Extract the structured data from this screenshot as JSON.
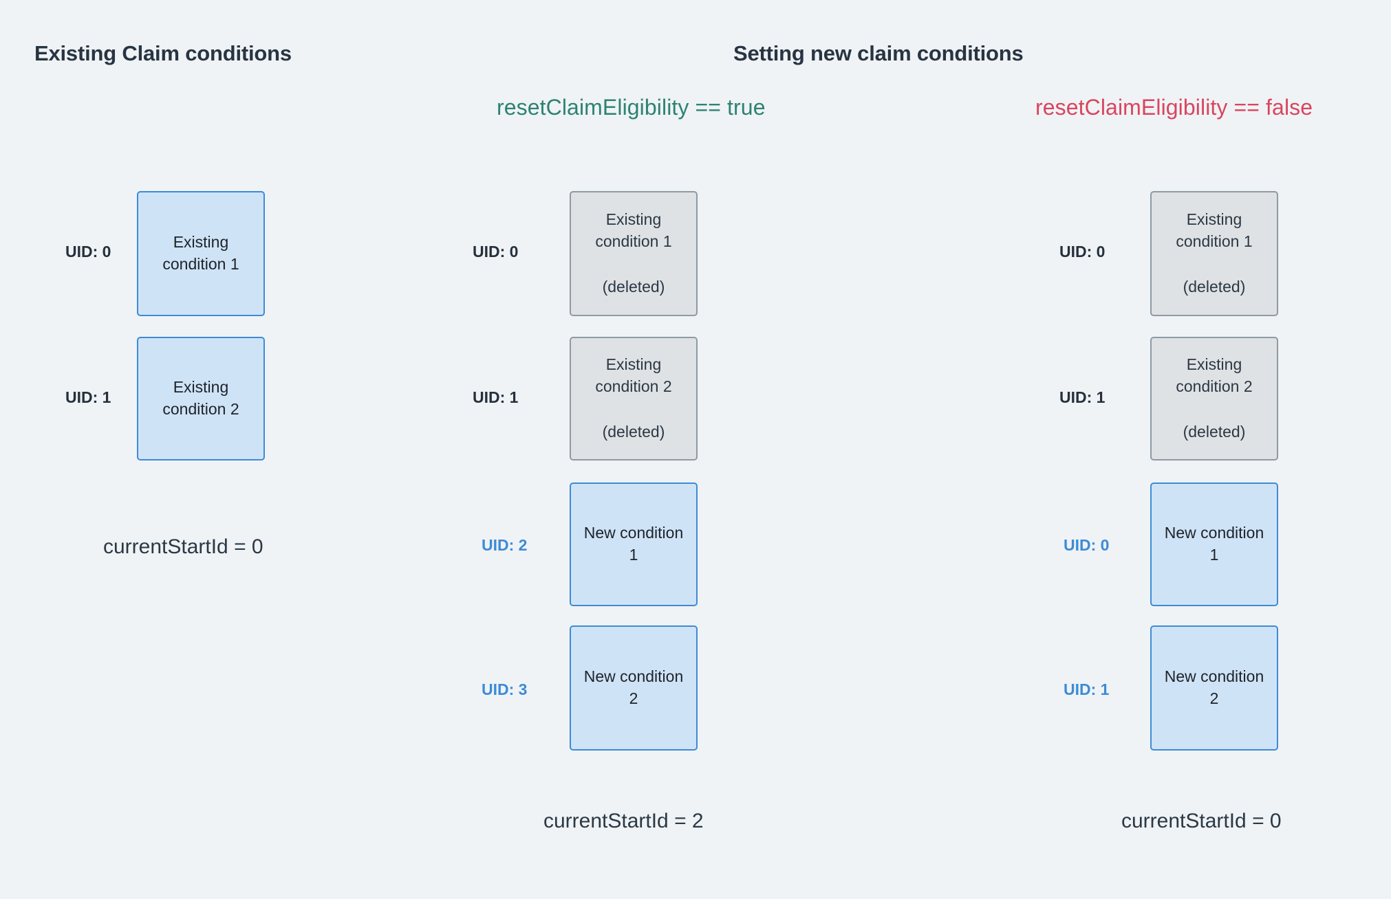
{
  "background_color": "#eff3f5",
  "colors": {
    "heading": "#283442",
    "true_flag": "#2d8273",
    "false_flag": "#d9455f",
    "blue_box_fill": "#cfe3f7",
    "blue_box_border": "#3d8bd6",
    "gray_box_fill": "#dfe2e4",
    "gray_box_border": "#8e9aa3",
    "uid_default": "#25303c",
    "uid_new": "#3d8bd6"
  },
  "headings": {
    "left": "Existing Claim conditions",
    "right": "Setting new claim conditions"
  },
  "flags": {
    "reset_true": "resetClaimEligibility == true",
    "reset_false": "resetClaimEligibility == false"
  },
  "columns": {
    "existing": {
      "footer": "currentStartId = 0",
      "items": [
        {
          "uid": "UID: 0",
          "uid_style": "default",
          "box_style": "blue",
          "title": "Existing\ncondition 1",
          "sub": ""
        },
        {
          "uid": "UID: 1",
          "uid_style": "default",
          "box_style": "blue",
          "title": "Existing\ncondition 2",
          "sub": ""
        }
      ]
    },
    "reset_true": {
      "footer": "currentStartId = 2",
      "items": [
        {
          "uid": "UID: 0",
          "uid_style": "default",
          "box_style": "gray",
          "title": "Existing\ncondition 1",
          "sub": "(deleted)"
        },
        {
          "uid": "UID: 1",
          "uid_style": "default",
          "box_style": "gray",
          "title": "Existing\ncondition 2",
          "sub": "(deleted)"
        },
        {
          "uid": "UID: 2",
          "uid_style": "new",
          "box_style": "blue",
          "title": "New condition\n1",
          "sub": ""
        },
        {
          "uid": "UID: 3",
          "uid_style": "new",
          "box_style": "blue",
          "title": "New condition\n2",
          "sub": ""
        }
      ]
    },
    "reset_false": {
      "footer": "currentStartId = 0",
      "items": [
        {
          "uid": "UID: 0",
          "uid_style": "default",
          "box_style": "gray",
          "title": "Existing\ncondition 1",
          "sub": "(deleted)"
        },
        {
          "uid": "UID: 1",
          "uid_style": "default",
          "box_style": "gray",
          "title": "Existing\ncondition 2",
          "sub": "(deleted)"
        },
        {
          "uid": "UID: 0",
          "uid_style": "new",
          "box_style": "blue",
          "title": "New condition\n1",
          "sub": ""
        },
        {
          "uid": "UID: 1",
          "uid_style": "new",
          "box_style": "blue",
          "title": "New condition\n2",
          "sub": ""
        }
      ]
    }
  }
}
